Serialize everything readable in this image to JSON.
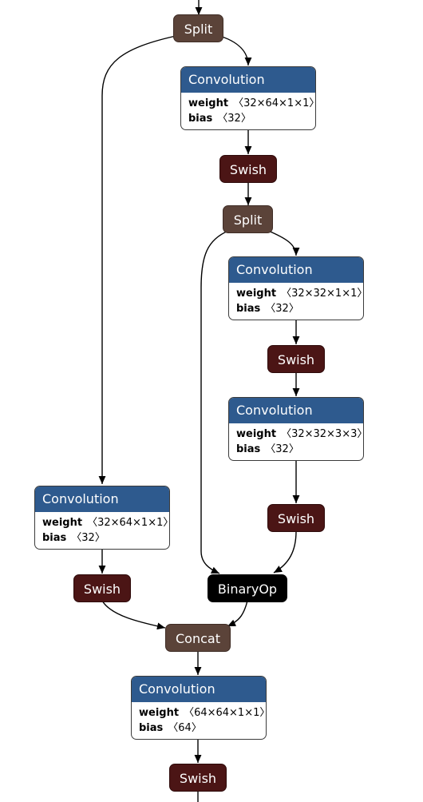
{
  "nodes": {
    "split_1": {
      "label": "Split"
    },
    "conv_1": {
      "title": "Convolution",
      "weight_key": "weight",
      "weight": "〈32×64×1×1〉",
      "bias_key": "bias",
      "bias": "〈32〉"
    },
    "swish_1": {
      "label": "Swish"
    },
    "split_2": {
      "label": "Split"
    },
    "conv_2": {
      "title": "Convolution",
      "weight_key": "weight",
      "weight": "〈32×32×1×1〉",
      "bias_key": "bias",
      "bias": "〈32〉"
    },
    "swish_2": {
      "label": "Swish"
    },
    "conv_3": {
      "title": "Convolution",
      "weight_key": "weight",
      "weight": "〈32×32×3×3〉",
      "bias_key": "bias",
      "bias": "〈32〉"
    },
    "swish_3": {
      "label": "Swish"
    },
    "conv_4": {
      "title": "Convolution",
      "weight_key": "weight",
      "weight": "〈32×64×1×1〉",
      "bias_key": "bias",
      "bias": "〈32〉"
    },
    "swish_4": {
      "label": "Swish"
    },
    "binop": {
      "label": "BinaryOp"
    },
    "concat": {
      "label": "Concat"
    },
    "conv_5": {
      "title": "Convolution",
      "weight_key": "weight",
      "weight": "〈64×64×1×1〉",
      "bias_key": "bias",
      "bias": "〈64〉"
    },
    "swish_5": {
      "label": "Swish"
    }
  },
  "colors": {
    "split": "#5b4339",
    "swish": "#4b1515",
    "binaryop": "#000000",
    "convolution_header": "#2e5a8e",
    "edge": "#000000"
  }
}
